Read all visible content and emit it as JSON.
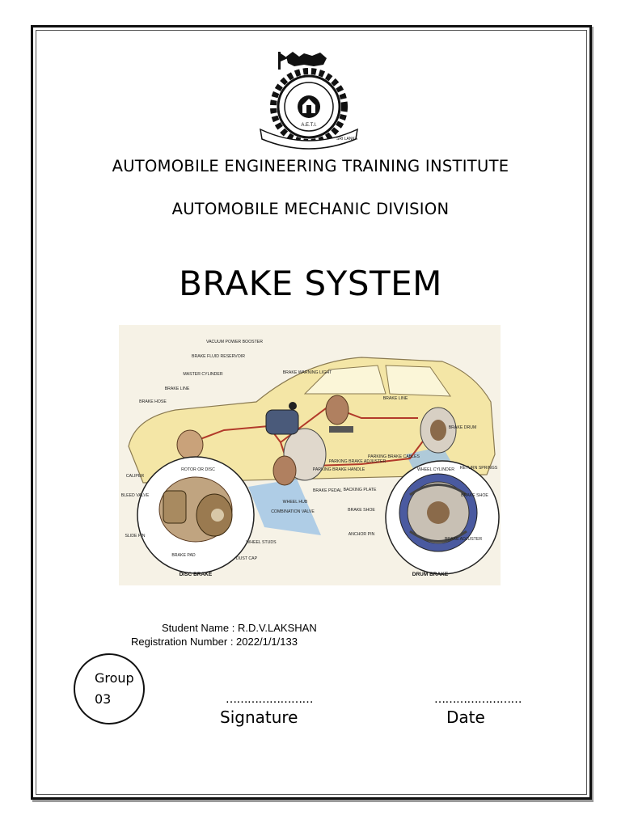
{
  "header": {
    "institute": "AUTOMOBILE ENGINEERING TRAINING INSTITUTE",
    "division": "AUTOMOBILE MECHANIC DIVISION",
    "title": "BRAKE SYSTEM"
  },
  "logo": {
    "icon": "institute-emblem-icon",
    "emblem_text": "A.E.T.I.",
    "banner_right": "SRI LANKA"
  },
  "diagram": {
    "labels": [
      "VACUUM POWER BOOSTER",
      "BRAKE FLUID RESERVOIR",
      "MASTER CYLINDER",
      "BRAKE WARNING LIGHT",
      "BRAKE LINE",
      "BRAKE HOSE",
      "BRAKE LINE",
      "BRAKE DRUM",
      "PARKING BRAKE CABLES",
      "PARKING BRAKE ADJUSTER",
      "PARKING BRAKE HANDLE",
      "CALIPER",
      "ROTOR OR DISC",
      "BLEED VALVE",
      "SLIDE PIN",
      "BRAKE PAD",
      "DUST CAP",
      "WHEEL STUDS",
      "COMBINATION VALVE",
      "WHEEL HUB",
      "BRAKE PEDAL",
      "BACKING PLATE",
      "BRAKE SHOE",
      "ANCHOR PIN",
      "WHEEL CYLINDER",
      "RETURN SPRINGS",
      "BRAKE SHOE",
      "BRAKE ADJUSTER"
    ],
    "disc_caption": "DISC BRAKE",
    "drum_caption": "DRUM BRAKE"
  },
  "student": {
    "name_line": "Student Name : R.D.V.LAKSHAN",
    "reg_line": "Registration Number : 2022/1/1/133"
  },
  "group": {
    "label": "Group",
    "number": "03"
  },
  "footer": {
    "sig_dots": "……………………",
    "date_dots": "……………………",
    "signature_label": "Signature",
    "date_label": "Date"
  }
}
